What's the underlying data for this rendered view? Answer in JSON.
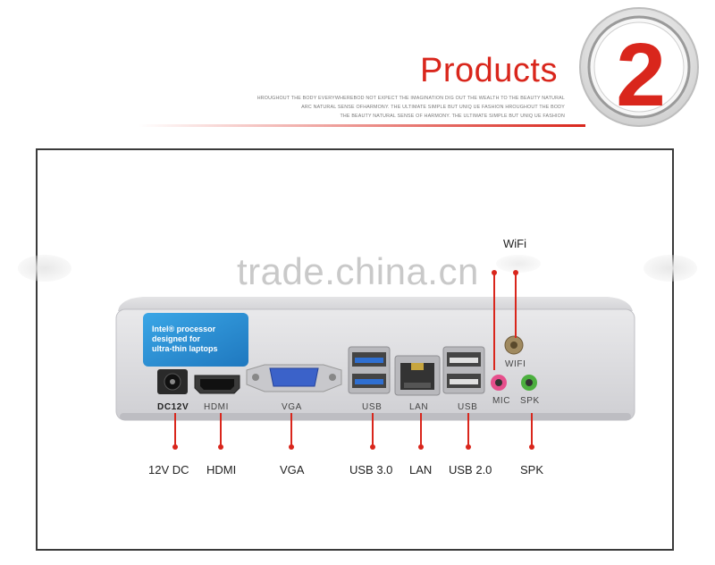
{
  "header": {
    "title": "Products",
    "badge_number": "2",
    "tagline_lines": [
      "HROUGHOUT THE BODY EVERYWHEREBOD NOT EXPECT THE IMAGINATION DIG OUT THE WEALTH TO THE BEAUTY NATURAL",
      "ARC NATURAL SENSE OFHARMONY. THE ULTIMATE SIMPLE BUT UNIQ UE FASHION HROUGHOUT THE BODY",
      "THE BEAUTY NATURAL SENSE OF HARMONY. THE ULTIMATE SIMPLE BUT UNIQ UE FASHION"
    ]
  },
  "watermark": "trade.china.cn",
  "device": {
    "sticker_text": [
      "Intel® processor",
      "designed for",
      "ultra-thin laptops"
    ],
    "port_labels": {
      "dc": "DC12V",
      "hdmi": "HDMI",
      "vga": "VGA",
      "usb3": "USB",
      "lan": "LAN",
      "usb2": "USB",
      "mic": "MIC",
      "spk": "SPK",
      "wifi": "WIFI"
    }
  },
  "callouts": {
    "wifi": "WiFi",
    "dc": "12V DC",
    "hdmi": "HDMI",
    "vga": "VGA",
    "usb3": "USB 3.0",
    "lan": "LAN",
    "usb2": "USB 2.0",
    "spk": "SPK"
  },
  "colors": {
    "accent": "#d9261c",
    "usb3_blue": "#2f6fd1",
    "vga_blue": "#3b62c9",
    "mic_pink": "#e64f8c",
    "spk_green": "#4caf3f",
    "sticker_blue": "#2d93d6"
  }
}
